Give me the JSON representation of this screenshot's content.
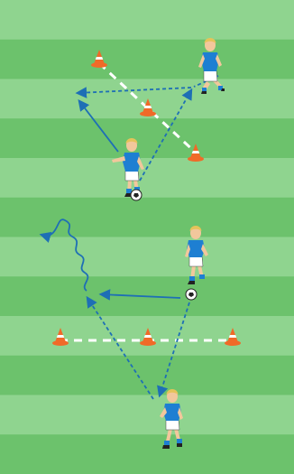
{
  "diagram": {
    "colors": {
      "grass_light": "#8fd48f",
      "grass_dark": "#6cc26c",
      "cone_orange": "#f06a28",
      "cone_white": "#ffffff",
      "pass_line": "#1e6fb5",
      "run_line": "#1e6fb5",
      "boundary_line": "#ffffff",
      "shirt": "#1e7fd2",
      "shorts": "#ffffff",
      "skin": "#f2c79c",
      "hair": "#e4c35a"
    },
    "cones_count": 6,
    "players_count": 4,
    "balls_count": 2
  }
}
